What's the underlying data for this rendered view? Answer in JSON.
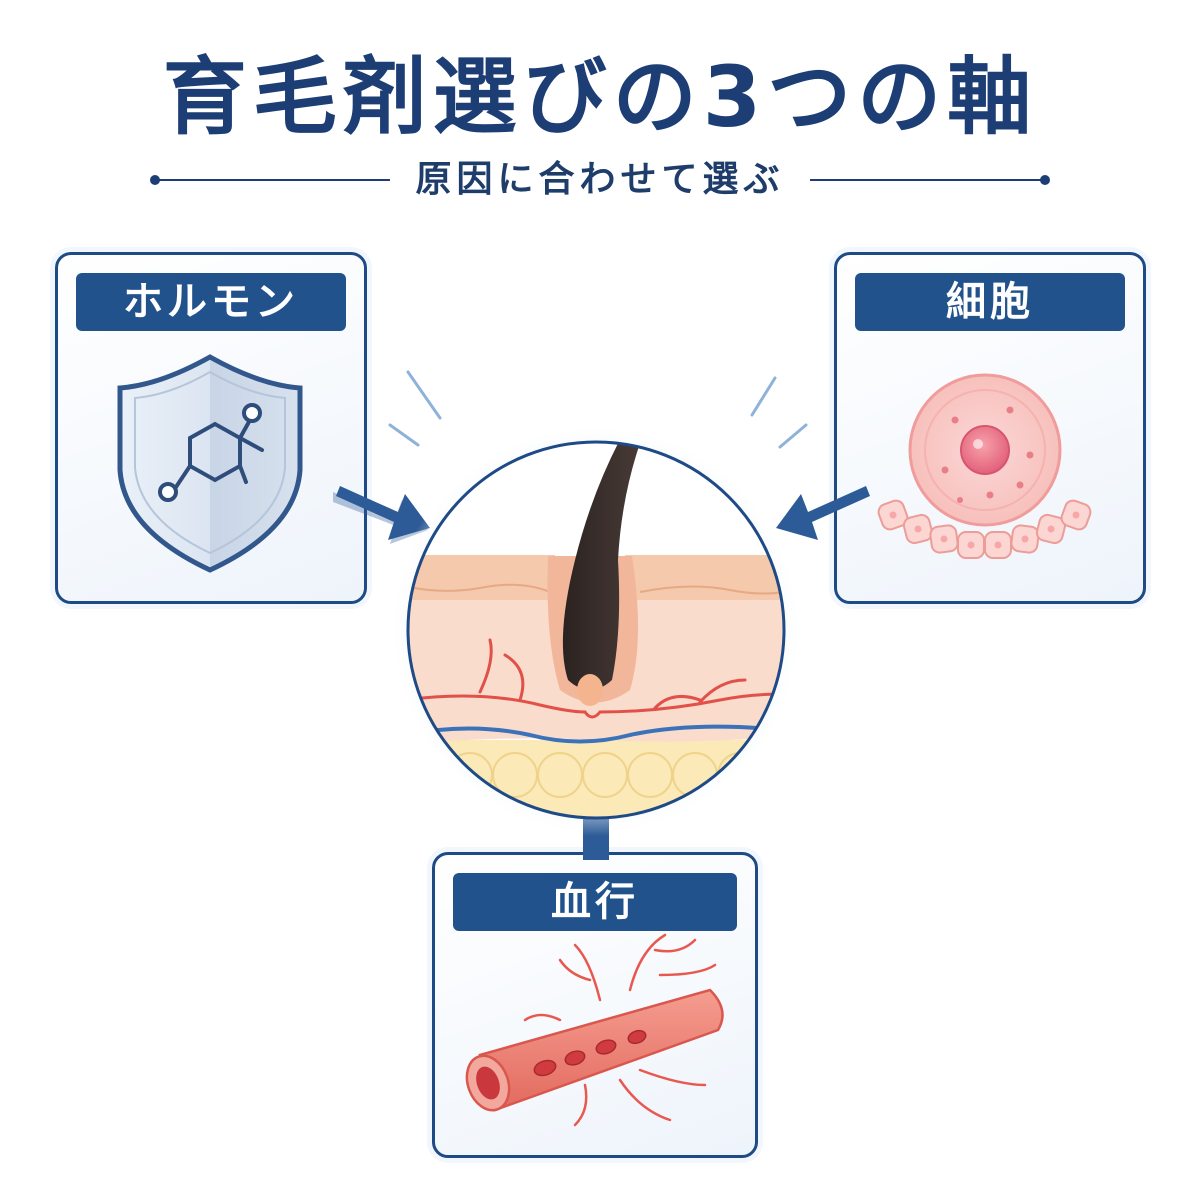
{
  "title": "育毛剤選びの3つの軸",
  "subtitle": "原因に合わせて選ぶ",
  "cards": {
    "hormone": {
      "label": "ホルモン",
      "icon": "shield-molecule-icon"
    },
    "cell": {
      "label": "細胞",
      "icon": "cell-icon"
    },
    "blood": {
      "label": "血行",
      "icon": "blood-vessel-icon"
    }
  },
  "center": {
    "icon": "hair-follicle-cross-section"
  },
  "colors": {
    "navy": "#1c3e75",
    "label_bg": "#22528c",
    "arrow": "#2d5b97",
    "skin": "#f6d3bd",
    "vessel": "#e0544f",
    "vein": "#3b72b9",
    "hair": "#3a2e2c"
  }
}
